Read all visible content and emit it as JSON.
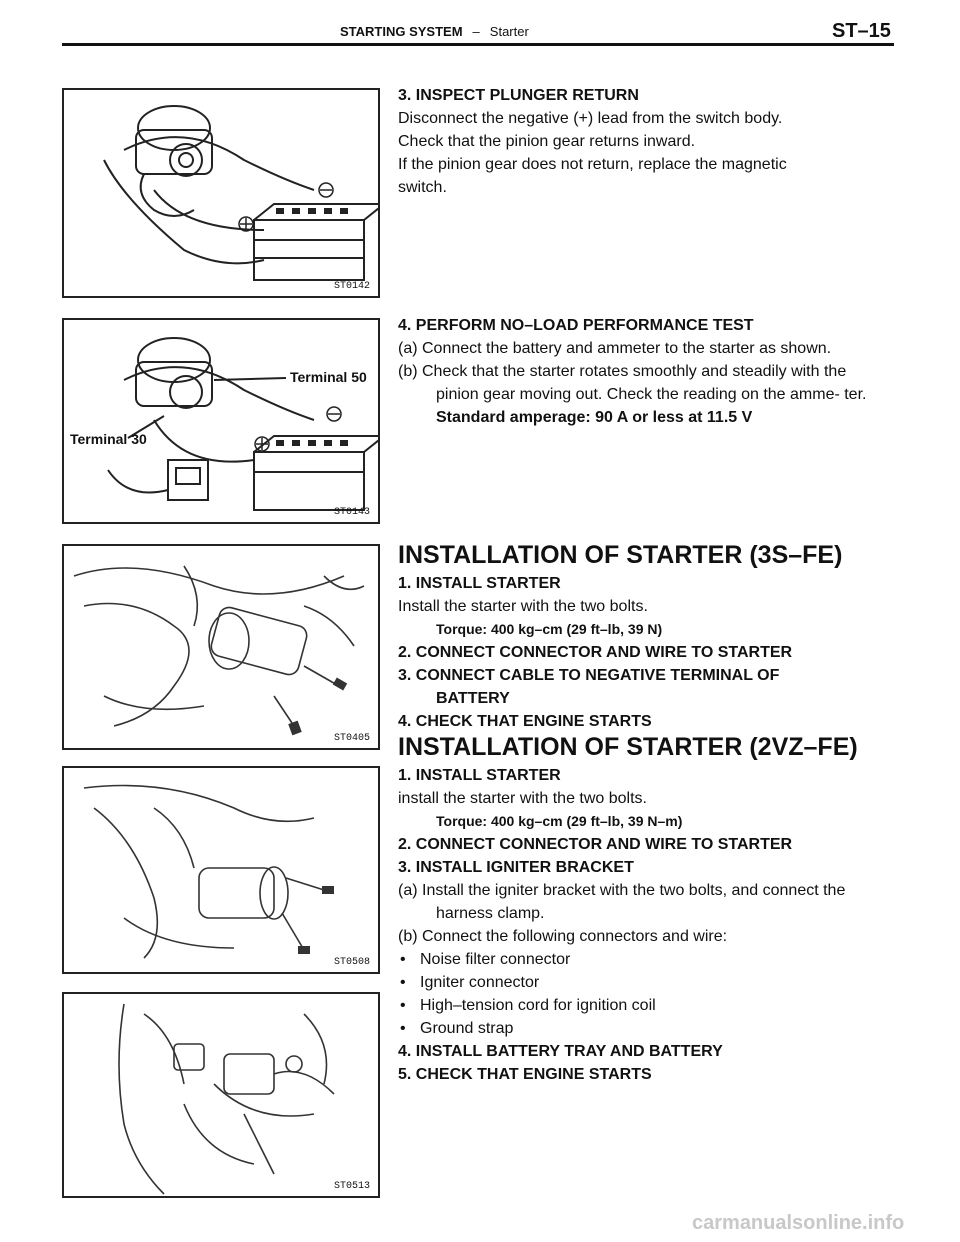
{
  "header": {
    "section": "STARTING SYSTEM",
    "separator": "–",
    "subsection": "Starter",
    "page": "ST–15"
  },
  "figures": [
    {
      "code": "ST0142",
      "labels": []
    },
    {
      "code": "ST0143",
      "labels": [
        "Terminal 50",
        "Terminal 30"
      ]
    },
    {
      "code": "ST0405",
      "labels": []
    },
    {
      "code": "ST0508",
      "labels": []
    },
    {
      "code": "ST0513",
      "labels": []
    }
  ],
  "plunger": {
    "heading": "3. INSPECT PLUNGER RETURN",
    "lines": [
      "Disconnect the negative (+) lead from the switch body.",
      "Check that the pinion gear returns inward.",
      "If the pinion gear does not return, replace the magnetic switch."
    ]
  },
  "noload": {
    "heading": "4. PERFORM NO–LOAD PERFORMANCE TEST",
    "step_a": "(a) Connect the battery and ammeter to the starter as shown.",
    "step_b": "(b) Check that the starter rotates smoothly and steadily with the",
    "step_b_cont": "pinion gear moving out. Check the reading on the amme- ter.",
    "standard": "Standard amperage: 90 A or less at 11.5 V"
  },
  "install_3s": {
    "title": "INSTALLATION OF STARTER (3S–FE)",
    "step1": "1. INSTALL STARTER",
    "step1_text": "Install the starter with the two bolts.",
    "torque": "Torque: 400 kg–cm (29 ft–lb, 39 N)",
    "step2": "2. CONNECT CONNECTOR AND WIRE TO STARTER",
    "step3": "3. CONNECT CABLE TO NEGATIVE TERMINAL OF",
    "step3_cont": "BATTERY",
    "step4": "4. CHECK THAT ENGINE STARTS"
  },
  "install_2vz": {
    "title": "INSTALLATION OF STARTER (2VZ–FE)",
    "step1": "1. INSTALL STARTER",
    "step1_text": "install the starter with the two bolts.",
    "torque": "Torque: 400 kg–cm (29 ft–lb, 39 N–m)",
    "step2": "2. CONNECT CONNECTOR AND WIRE TO STARTER",
    "step3": "3. INSTALL IGNITER BRACKET",
    "step3_a": "(a) Install the igniter bracket with the two bolts, and connect the",
    "step3_a_cont": "harness clamp.",
    "step3_b": "(b) Connect the following connectors and wire:",
    "bullets": [
      "Noise filter connector",
      "Igniter connector",
      "High–tension cord for ignition coil",
      "Ground strap"
    ],
    "step4": "4. INSTALL BATTERY TRAY AND BATTERY",
    "step5": "5. CHECK THAT ENGINE STARTS"
  },
  "watermark": "carmanualsonline.info"
}
